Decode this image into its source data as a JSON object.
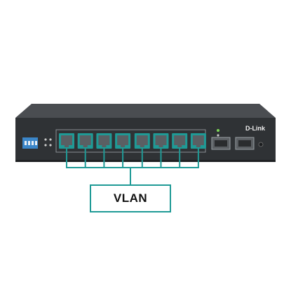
{
  "device": {
    "brand": "D-Link",
    "rj45_port_count": 8,
    "sfp_port_count": 2,
    "port_color": "#5a5f63",
    "port_accent": "#1f9a96",
    "body_color": "#3a3d40"
  },
  "callout": {
    "label": "VLAN",
    "connector_color": "#1f9a96"
  }
}
